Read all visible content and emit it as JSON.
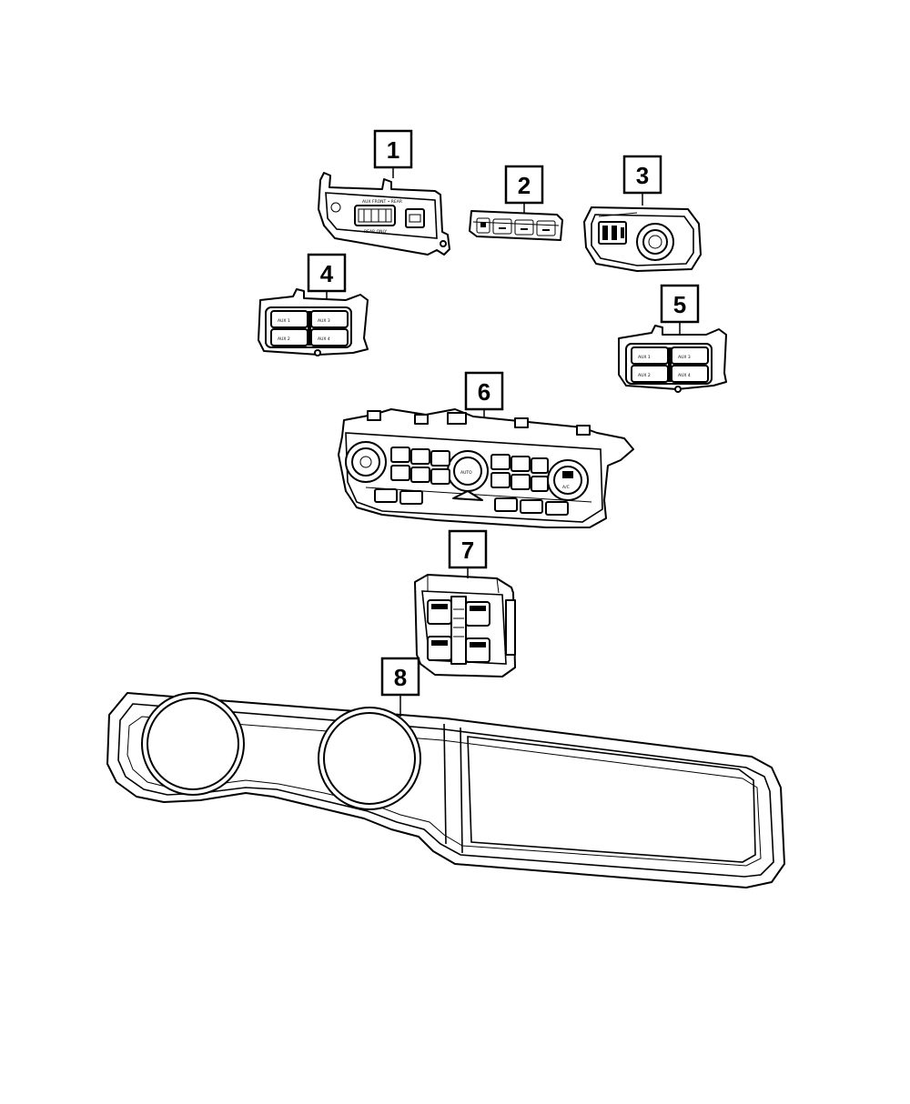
{
  "callouts": [
    {
      "id": "1",
      "label": "1"
    },
    {
      "id": "2",
      "label": "2"
    },
    {
      "id": "3",
      "label": "3"
    },
    {
      "id": "4",
      "label": "4"
    },
    {
      "id": "5",
      "label": "5"
    },
    {
      "id": "6",
      "label": "6"
    },
    {
      "id": "7",
      "label": "7"
    },
    {
      "id": "8",
      "label": "8"
    }
  ],
  "part_markings": {
    "usb_panel_top": "AUX FRONT • REAR",
    "usb_panel_bottom": "REAR ONLY",
    "aux_1": "AUX 1",
    "aux_2": "AUX 2",
    "aux_3": "AUX 3",
    "aux_4": "AUX 4",
    "climate_center": "AUTO",
    "climate_right": "A/C"
  },
  "colors": {
    "line": "#000000",
    "background": "#ffffff"
  }
}
